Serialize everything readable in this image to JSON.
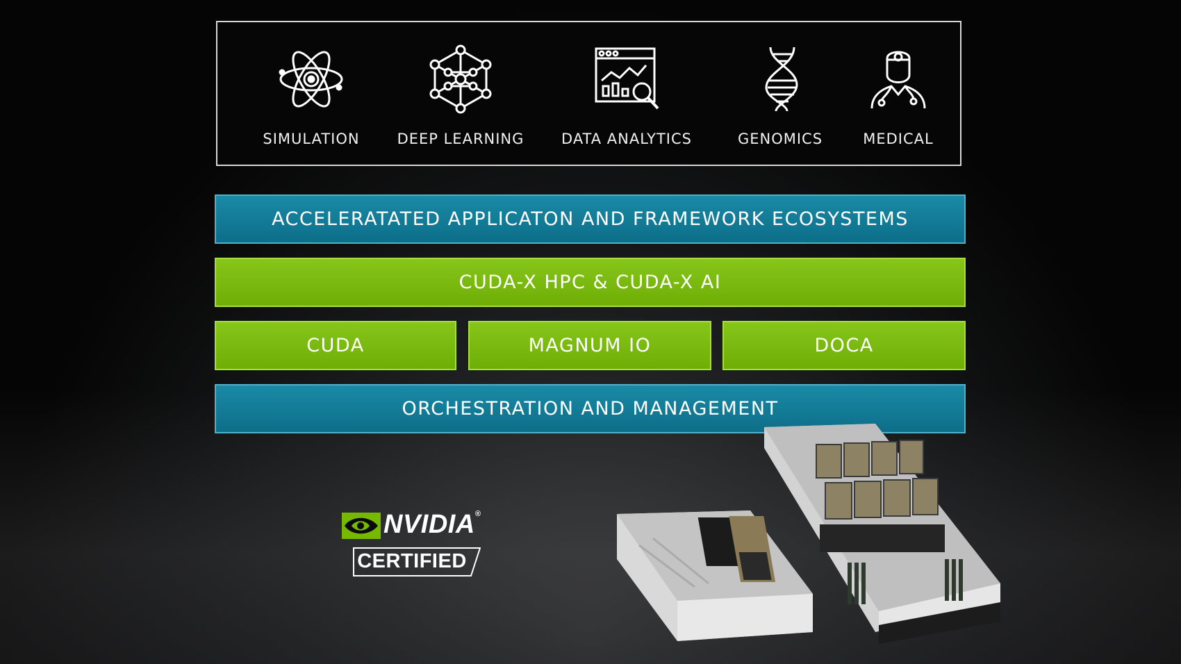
{
  "domains": [
    {
      "label": "SIMULATION",
      "icon": "atom-icon"
    },
    {
      "label": "DEEP LEARNING",
      "icon": "neural-network-icon"
    },
    {
      "label": "DATA ANALYTICS",
      "icon": "analytics-dashboard-icon"
    },
    {
      "label": "GENOMICS",
      "icon": "dna-icon"
    },
    {
      "label": "MEDICAL",
      "icon": "doctor-icon"
    }
  ],
  "stack": {
    "ecosystems": "ACCELERATATED APPLICATON AND FRAMEWORK ECOSYSTEMS",
    "cudax": "CUDA-X HPC & CUDA-X AI",
    "cuda": "CUDA",
    "magnum": "MAGNUM IO",
    "doca": "DOCA",
    "orchestration": "ORCHESTRATION AND MANAGEMENT"
  },
  "branding": {
    "brand": "NVIDIA",
    "certified": "CERTIFIED"
  },
  "colors": {
    "teal": "#0f7590",
    "green": "#76b900",
    "background": "#000000"
  }
}
